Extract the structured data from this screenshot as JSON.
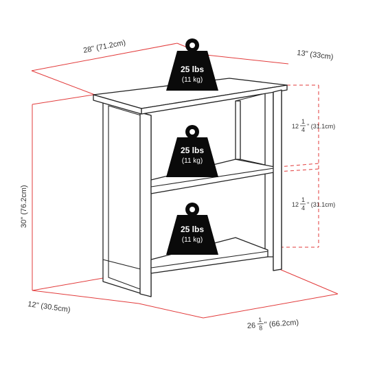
{
  "dimensions": {
    "width": "28\"  (71.2cm)",
    "depth_top": "13\"  (33cm)",
    "height": "30\"  (76.2cm)",
    "depth_bottom": "12\"  (30.5cm)",
    "base_width_whole": "26",
    "base_width_frac_num": "1",
    "base_width_frac_den": "8",
    "base_width_rest": "\"  (66.2cm)",
    "shelf_gap_1_whole": "12",
    "shelf_gap_1_num": "1",
    "shelf_gap_1_den": "4",
    "shelf_gap_1_rest": "\"  (31.1cm)",
    "shelf_gap_2_whole": "12",
    "shelf_gap_2_num": "1",
    "shelf_gap_2_den": "4",
    "shelf_gap_2_rest": "\"  (31.1cm)"
  },
  "weights": [
    {
      "title": "25 lbs",
      "sub": "(11 kg)"
    },
    {
      "title": "25 lbs",
      "sub": "(11 kg)"
    },
    {
      "title": "25 lbs",
      "sub": "(11 kg)"
    }
  ],
  "colors": {
    "dimension_line": "#e23a3a",
    "weight_icon": "#0a0a0a",
    "outline": "#222222"
  }
}
